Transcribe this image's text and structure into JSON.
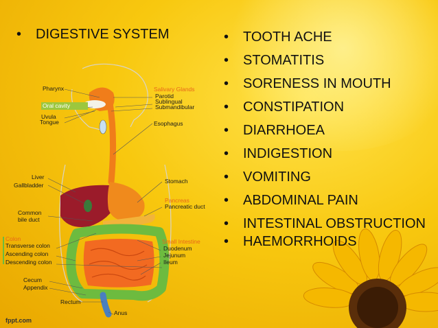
{
  "left_heading": "DIGESTIVE SYSTEM",
  "symptoms": [
    "TOOTH ACHE",
    "STOMATITIS",
    "SORENESS IN MOUTH",
    "CONSTIPATION",
    "DIARRHOEA",
    "INDIGESTION",
    "VOMITING",
    "ABDOMINAL PAIN",
    "INTESTINAL OBSTRUCTION",
    "HAEMORRHOIDS"
  ],
  "diagram_labels": {
    "pharynx": "Pharynx",
    "oral_cavity": "Oral cavity",
    "uvula": "Uvula",
    "tongue": "Tongue",
    "salivary_glands": "Salivary Glands",
    "parotid": "Parotid",
    "sublingual": "Sublingual",
    "submandibular": "Submandibular",
    "esophagus": "Esophagus",
    "liver": "Liver",
    "gallbladder": "Gallbladder",
    "stomach": "Stomach",
    "pancreas": "Pancreas",
    "pancreatic_duct": "Pancreatic duct",
    "common_bile_duct_1": "Common",
    "common_bile_duct_2": "bile duct",
    "colon": "Colon",
    "transverse_colon": "Transverse colon",
    "ascending_colon": "Ascending colon",
    "descending_colon": "Descending colon",
    "small_intestine": "Small Intestine",
    "duodenum": "Duodenum",
    "jejunum": "Jejunum",
    "ileum": "Ileum",
    "cecum": "Cecum",
    "appendix": "Appendix",
    "rectum": "Rectum",
    "anus": "Anus"
  },
  "footer": "fppt.com",
  "colors": {
    "background": "#f8c80f",
    "text": "#111111",
    "esophagus": "#f07d1a",
    "liver": "#9b1b2a",
    "stomach": "#f08a1c",
    "small_intestine": "#f26a21",
    "colon": "#6dbb3f"
  }
}
